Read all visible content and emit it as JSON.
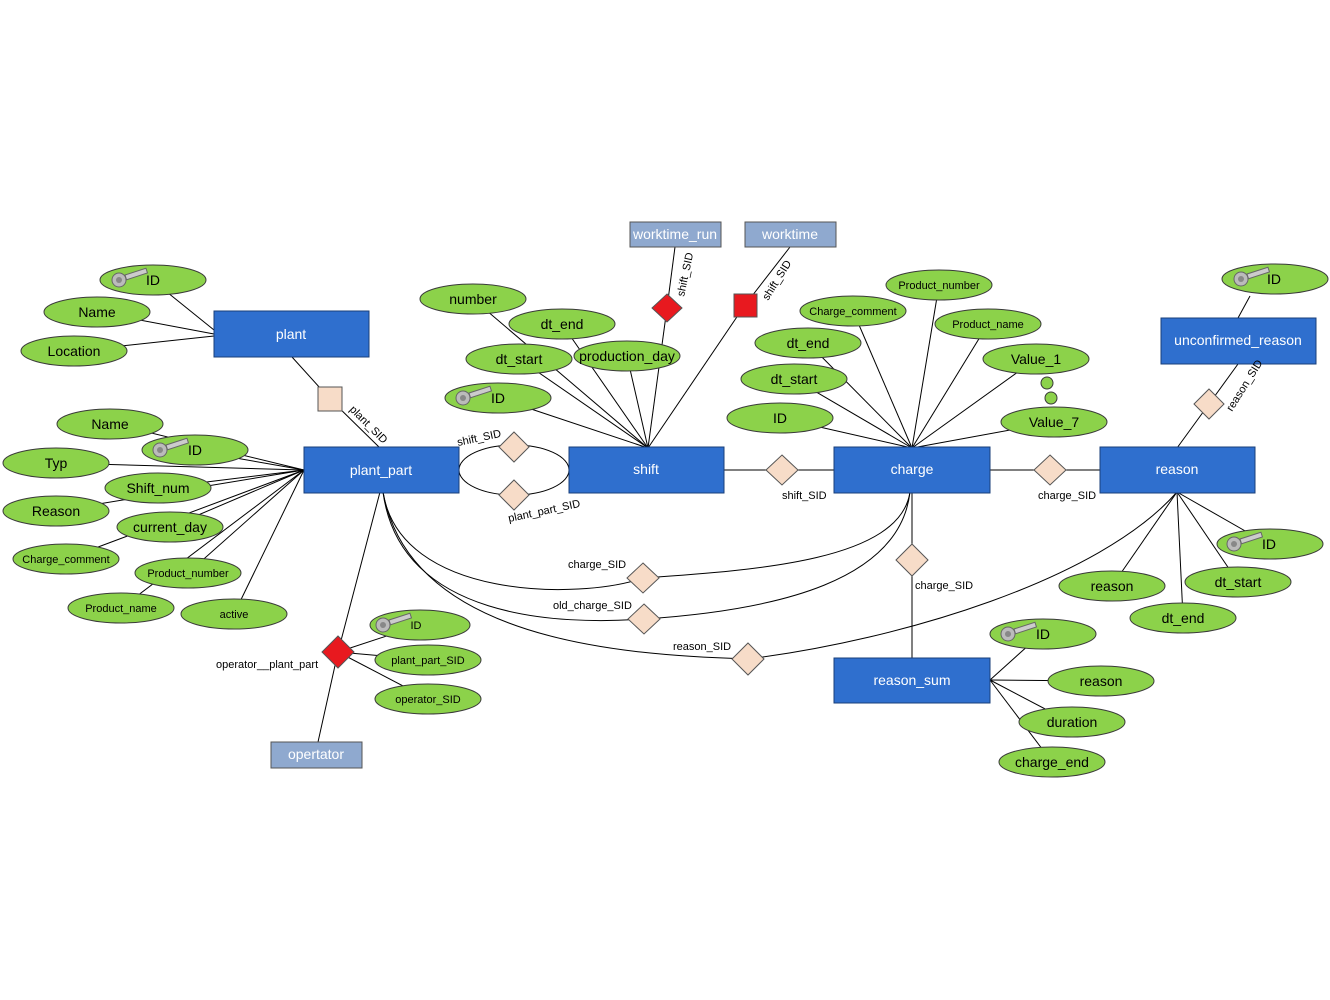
{
  "colors": {
    "entity": "#2f6fce",
    "external_entity": "#8fa9cf",
    "attribute": "#8cd24a",
    "relation_normal": "#f7dcc8",
    "relation_red": "#e8191f",
    "line": "#000000"
  },
  "entities": {
    "plant": "plant",
    "plant_part": "plant_part",
    "shift": "shift",
    "charge": "charge",
    "reason": "reason",
    "unconfirmed_reason": "unconfirmed_reason",
    "reason_sum": "reason_sum",
    "worktime_run": "worktime_run",
    "worktime": "worktime",
    "opertator": "opertator"
  },
  "attributes": {
    "plant": [
      "ID",
      "Name",
      "Location"
    ],
    "plant_part": [
      "Name",
      "ID",
      "Typ",
      "Shift_num",
      "Reason",
      "current_day",
      "Charge_comment",
      "Product_number",
      "Product_name",
      "active"
    ],
    "shift": [
      "number",
      "dt_end",
      "dt_start",
      "production_day",
      "ID"
    ],
    "charge": [
      "Product_number",
      "Charge_comment",
      "Product_name",
      "dt_end",
      "dt_start",
      "Value_1",
      "ID",
      "Value_7"
    ],
    "unconfirmed_reason": [
      "ID"
    ],
    "reason": [
      "ID",
      "reason",
      "dt_start",
      "dt_end"
    ],
    "operator_plant_part": [
      "ID",
      "plant_part_SID",
      "operator_SID"
    ],
    "reason_sum": [
      "ID",
      "reason",
      "duration",
      "charge_end"
    ]
  },
  "relations": {
    "plant_SID": "plant_SID",
    "shift_SID_pp": "shift_SID",
    "plant_part_SID": "plant_part_SID",
    "shift_SID_wtr": "shift_SID",
    "shift_SID_wt": "shift_SID",
    "shift_SID_charge": "shift_SID",
    "charge_SID_reason": "charge_SID",
    "reason_SID_unconf": "reason_SID",
    "charge_SID_pp": "charge_SID",
    "old_charge_SID": "old_charge_SID",
    "charge_SID_sum": "charge_SID",
    "reason_SID_pp": "reason_SID",
    "operator_plant_part": "operator__plant_part"
  }
}
